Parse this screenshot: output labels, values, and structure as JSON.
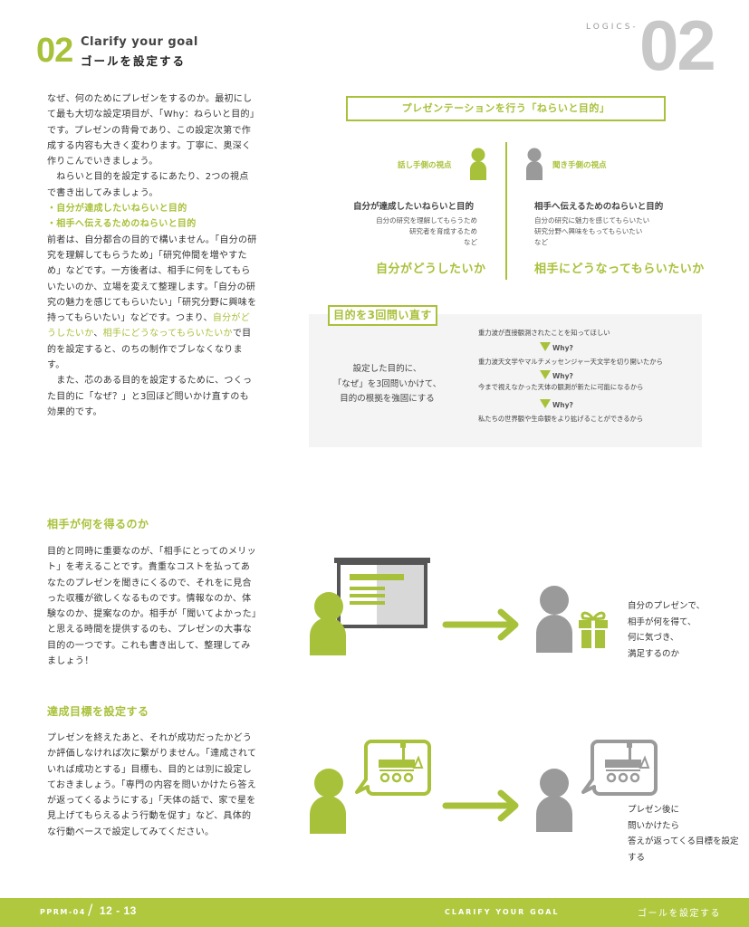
{
  "header": {
    "number": "02",
    "title_en": "Clarify your goal",
    "title_jp": "ゴールを設定する",
    "logics_label": "LOGICS-",
    "big_number": "02"
  },
  "intro": {
    "paragraphs": [
      "なぜ、何のためにプレゼンをするのか。最初にして最も大切な設定項目が、「Why：ねらいと目的」です。プレゼンの背骨であり、この設定次第で作成する内容も大きく変わります。丁寧に、奥深く作りこんでいきましょう。",
      "　ねらいと目的を設定するにあたり、2つの視点で書き出してみましょう。"
    ],
    "bullets": [
      "・自分が達成したいねらいと目的",
      "・相手へ伝えるためのねらいと目的"
    ],
    "p3_a": "前者は、自分都合の目的で構いません。「自分の研究を理解してもらうため」「研究仲間を増やすため」などです。一方後者は、相手に何をしてもらいたいのか、立場を変えて整理します。「自分の研究の魅力を感じてもらいたい」「研究分野に興味を持ってもらいたい」などです。つまり、",
    "p3_hl1": "自分がどうしたいか",
    "p3_sep": "、",
    "p3_hl2": "相手にどうなってもらいたいか",
    "p3_b": "で目的を設定すると、のちの制作でブレなくなります。",
    "p4": "　また、芯のある目的を設定するために、つくった目的に「なぜ？」と3回ほど問いかけ直すのも効果的です。"
  },
  "diagram_aims": {
    "title": "プレゼンテーションを行う「ねらいと目的」",
    "speaker": {
      "label": "話し手側の視点",
      "heading": "自分が達成したいねらいと目的",
      "examples": [
        "自分の研究を理解してもらうため",
        "研究者を育成するため",
        "など"
      ],
      "summary": "自分がどうしたいか"
    },
    "listener": {
      "label": "聞き手側の視点",
      "heading": "相手へ伝えるためのねらいと目的",
      "examples": [
        "自分の研究に魅力を感じてもらいたい",
        "研究分野へ興味をもってもらいたい",
        "など"
      ],
      "summary": "相手にどうなってもらいたいか"
    }
  },
  "diagram_why": {
    "tag": "目的を3回問い直す",
    "description": [
      "設定した目的に、",
      "「なぜ」を3回問いかけて、",
      "目的の根拠を強固にする"
    ],
    "chain": [
      "重力波が直接観測されたことを知ってほしい",
      "重力波天文学やマルチメッセンジャー天文学を切り開いたから",
      "今まで視えなかった天体の観測が新たに可能になるから",
      "私たちの世界観や生命観をより拡げることができるから"
    ],
    "why_label": "Why?"
  },
  "section_gain": {
    "title": "相手が何を得るのか",
    "body": "目的と同時に重要なのが、「相手にとってのメリット」を考えることです。貴重なコストを払ってあなたのプレゼンを聞きにくるので、それをに見合った収穫が欲しくなるものです。情報なのか、体験なのか、提案なのか。相手が「聞いてよかった」と思える時間を提供するのも、プレゼンの大事な目的の一つです。これも書き出して、整理してみましょう！",
    "caption": [
      "自分のプレゼンで、",
      "相手が何を得て、",
      "何に気づき、",
      "満足するのか"
    ]
  },
  "section_target": {
    "title": "達成目標を設定する",
    "body": "プレゼンを終えたあと、それが成功だったかどうか評価しなければ次に繋がりません。「達成されていれば成功とする」目標も、目的とは別に設定しておきましょう。「専門の内容を問いかけたら答えが返ってくるようにする」「天体の話で、家で星を見上げてもらえるよう行動を促す」など、具体的な行動ベースで設定してみてください。",
    "caption": [
      "プレゼン後に",
      "問いかけたら",
      "答えが返ってくる目標を設定",
      "する"
    ]
  },
  "footer": {
    "code": "PPRM-04",
    "slash": "/",
    "pages": "12 - 13",
    "title_en": "CLARIFY YOUR GOAL",
    "title_jp": "ゴールを設定する"
  },
  "colors": {
    "accent": "#a8c13a",
    "footer": "#b0c83e",
    "gray_figure": "#9a9a9a",
    "panel": "#f4f4f4"
  }
}
